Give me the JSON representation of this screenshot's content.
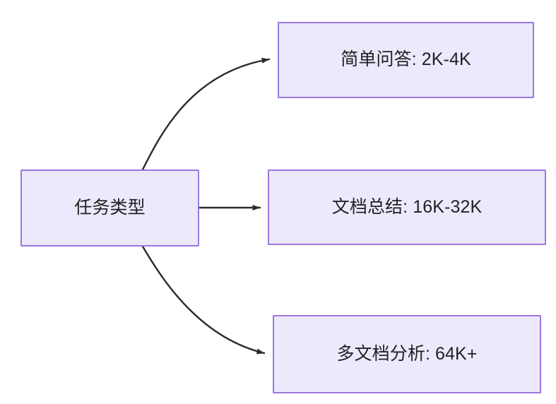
{
  "diagram": {
    "type": "flowchart",
    "direction": "left-to-right",
    "background_color": "#ffffff",
    "node_fill_color": "#ece9fc",
    "node_border_color": "#9a79de",
    "node_text_color": "#1f2022",
    "edge_color": "#2b2b2b",
    "nodes": [
      {
        "id": "root",
        "label": "任务类型"
      },
      {
        "id": "simple",
        "label": "简单问答: 2K-4K"
      },
      {
        "id": "summary",
        "label": "文档总结: 16K-32K"
      },
      {
        "id": "multi",
        "label": "多文档分析: 64K+"
      }
    ],
    "edges": [
      {
        "from": "root",
        "to": "simple",
        "style": "curved",
        "arrowhead": "filled-triangle"
      },
      {
        "from": "root",
        "to": "summary",
        "style": "straight",
        "arrowhead": "filled-triangle"
      },
      {
        "from": "root",
        "to": "multi",
        "style": "curved",
        "arrowhead": "filled-triangle"
      }
    ]
  }
}
